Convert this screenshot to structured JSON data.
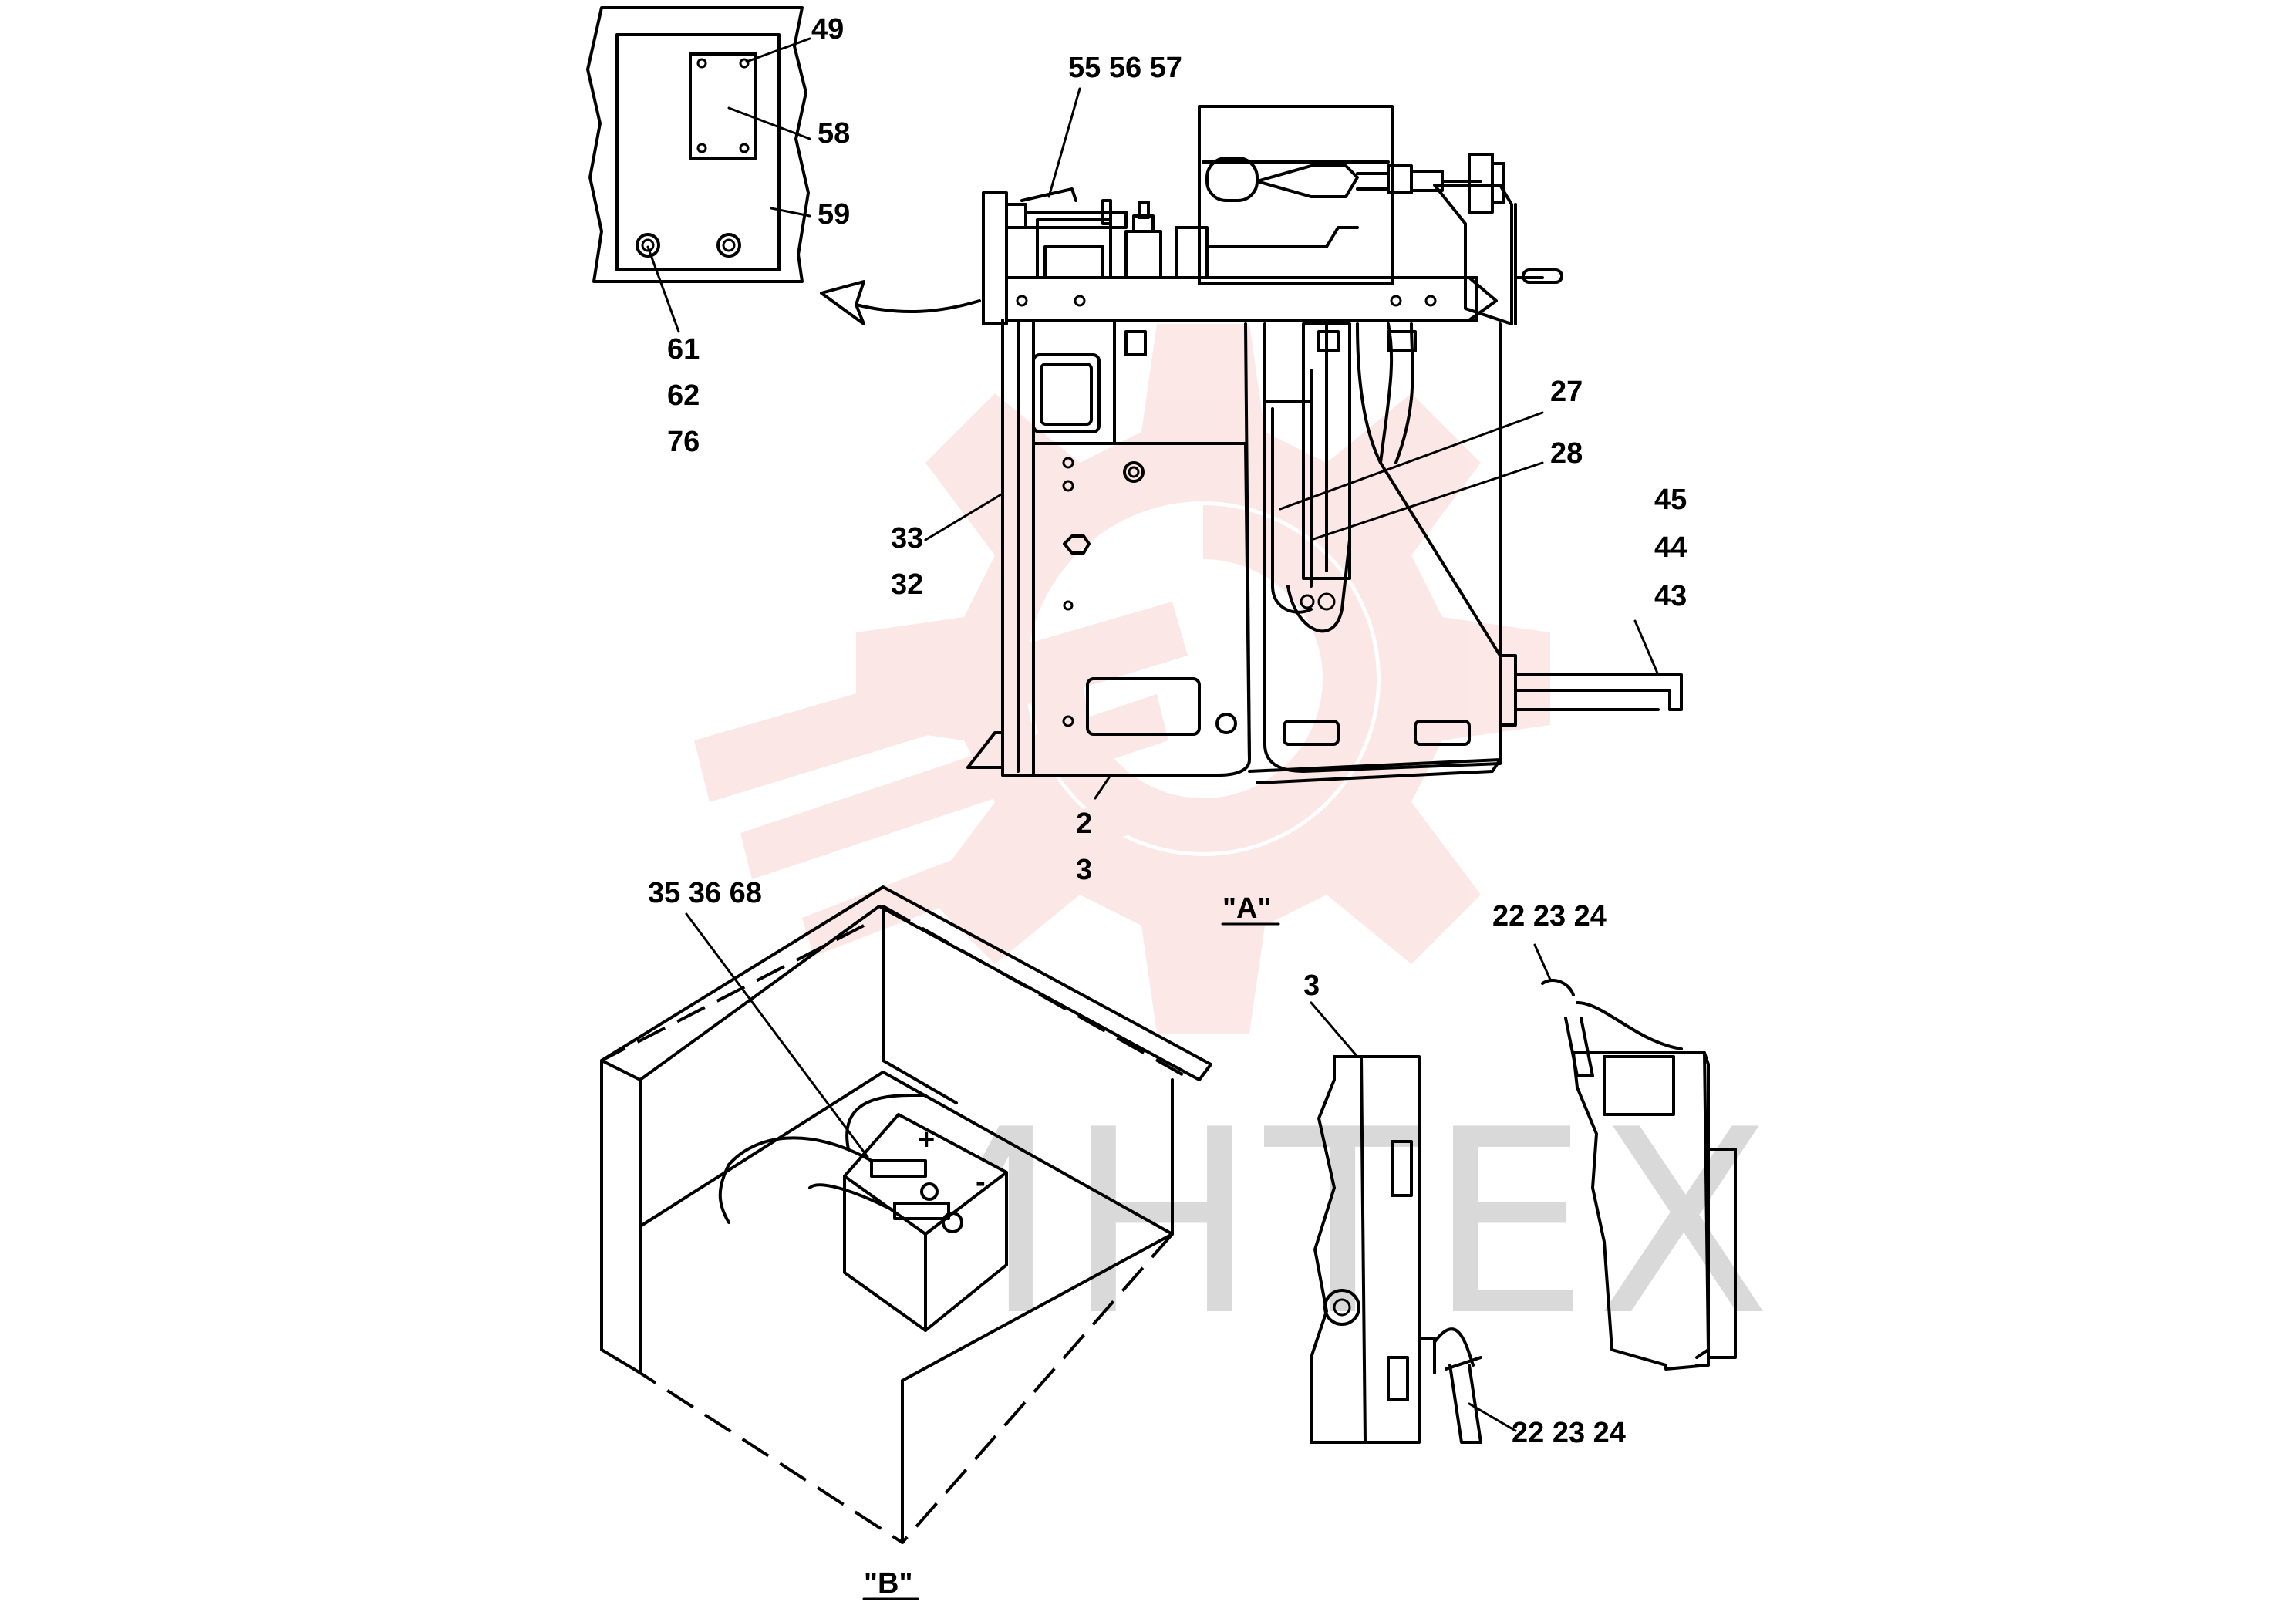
{
  "diagram": {
    "watermark": {
      "text": "ИНТЕХ",
      "gear_color": "#f26d6d",
      "text_color": "#d9d9d9"
    },
    "views": {
      "a": "\"A\"",
      "b": "\"B\""
    },
    "callouts": {
      "c49": "49",
      "c58": "58",
      "c59": "59",
      "c61": "61",
      "c62": "62",
      "c76": "76",
      "c55_56_57": "55 56 57",
      "c27": "27",
      "c28": "28",
      "c45": "45",
      "c44": "44",
      "c43": "43",
      "c33": "33",
      "c32": "32",
      "c2": "2",
      "c3_main": "3",
      "c35_36_68": "35 36 68",
      "c22_23_24_top": "22 23 24",
      "c3_side": "3",
      "c22_23_24_bottom": "22 23 24"
    },
    "battery_marks": {
      "plus": "+",
      "minus": "-"
    }
  }
}
